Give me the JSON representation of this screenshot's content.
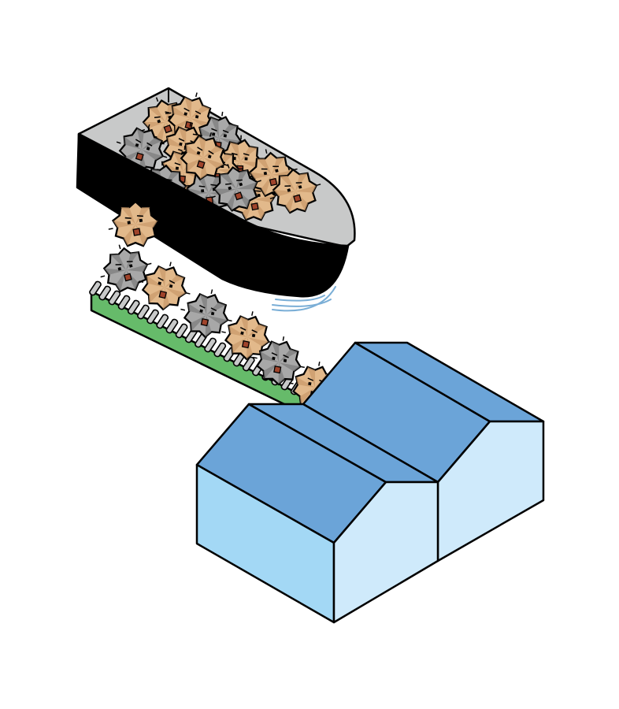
{
  "colors": {
    "background": "#ffffff",
    "outline": "#000000",
    "boat_inner": "#c8c9c9",
    "boat_hull": "#000000",
    "ripple": "#7aaed6",
    "conveyor_side": "#66bb6a",
    "conveyor_roller": "#c8c9c9",
    "creature_tan_light": "#e2b98b",
    "creature_tan_dark": "#c9986a",
    "creature_gray_light": "#a8a8a8",
    "creature_gray_dark": "#7a7a7a",
    "creature_mouth": "#a0442b",
    "roof": "#6ba4d8",
    "wall_left": "#a3d8f5",
    "wall_right": "#cfeafb"
  },
  "icons": {
    "boat": "boat-icon",
    "conveyor": "conveyor-belt-icon",
    "warehouse": "warehouse-icon",
    "creature": "spiky-creature-icon"
  },
  "creatures_on_belt": [
    "gray",
    "tan",
    "gray",
    "tan",
    "gray",
    "tan"
  ],
  "creature_in_air": [
    "tan"
  ],
  "creatures_in_boat": [
    "tan",
    "gray",
    "tan",
    "tan",
    "gray",
    "tan",
    "tan",
    "tan",
    "gray",
    "gray",
    "tan",
    "tan",
    "tan",
    "gray",
    "tan"
  ]
}
